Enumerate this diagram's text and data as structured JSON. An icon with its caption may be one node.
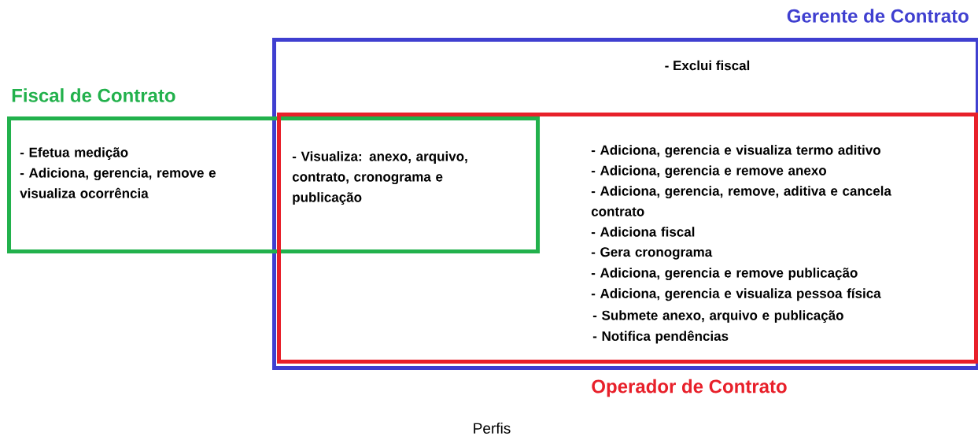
{
  "diagram": {
    "caption": "Perfis",
    "nodes": [
      {
        "text": [
          "Gerente de Contrato",
          "- Exclui fiscal"
        ]
      },
      {
        "text": [
          "Fiscal de Contrato",
          "- Efetua medição",
          "- Adiciona, gerencia, remove e visualiza ocorrência"
        ]
      },
      {
        "text": [
          "Operador de Contrato",
          "- Adiciona, gerencia e visualiza termo aditivo",
          "- Adiciona, gerencia e remove anexo",
          "- Adiciona, gerencia, remove, aditiva e cancela contrato",
          "- Adiciona fiscal",
          "- Gera cronograma",
          "- Adiciona, gerencia e remove publicação",
          "- Adiciona, gerencia e visualiza pessoa física",
          "- Submete anexo, arquivo e publicação",
          "- Notifica pendências"
        ],
        "in": 0
      }
    ],
    "edges": [],
    "labels": [
      "- Visualiza: anexo, arquivo, contrato, cronograma e publicação"
    ]
  }
}
